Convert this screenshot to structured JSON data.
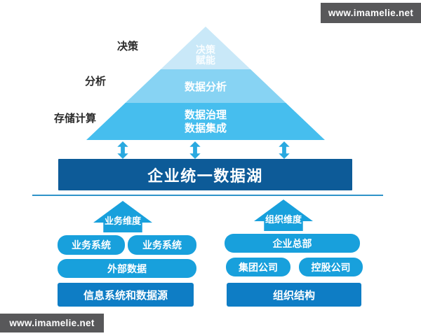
{
  "watermarks": {
    "top": "www.imamelie.net",
    "bottom": "www.imamelie.net"
  },
  "pyramid": {
    "side_labels": [
      "决策",
      "分析",
      "存储计算"
    ],
    "levels": [
      {
        "line1": "决策",
        "line2": "赋能"
      },
      {
        "line1": "数据分析"
      },
      {
        "line1": "数据治理",
        "line2": "数据集成"
      }
    ]
  },
  "data_lake_bar": {
    "label": "企业统一数据湖"
  },
  "business": {
    "arrow_label": "业务维度",
    "boxes": {
      "system_left": "业务系统",
      "system_right": "业务系统",
      "external": "外部数据",
      "base": "信息系统和数据源"
    }
  },
  "organization": {
    "arrow_label": "组织维度",
    "boxes": {
      "headquarters": "企业总部",
      "group": "集团公司",
      "holding": "控股公司",
      "base": "组织结构"
    }
  },
  "colors": {
    "pyramid_top": "#c9e8f8",
    "pyramid_middle": "#87d3f3",
    "pyramid_bottom": "#46beee",
    "double_arrow": "#29a9e0",
    "data_lake_bar": "#0d5b98",
    "divider": "#2f93c8",
    "box_bright": "#18a0dc",
    "box_deep": "#0e7dc5",
    "watermark_bg": "#58585a"
  }
}
